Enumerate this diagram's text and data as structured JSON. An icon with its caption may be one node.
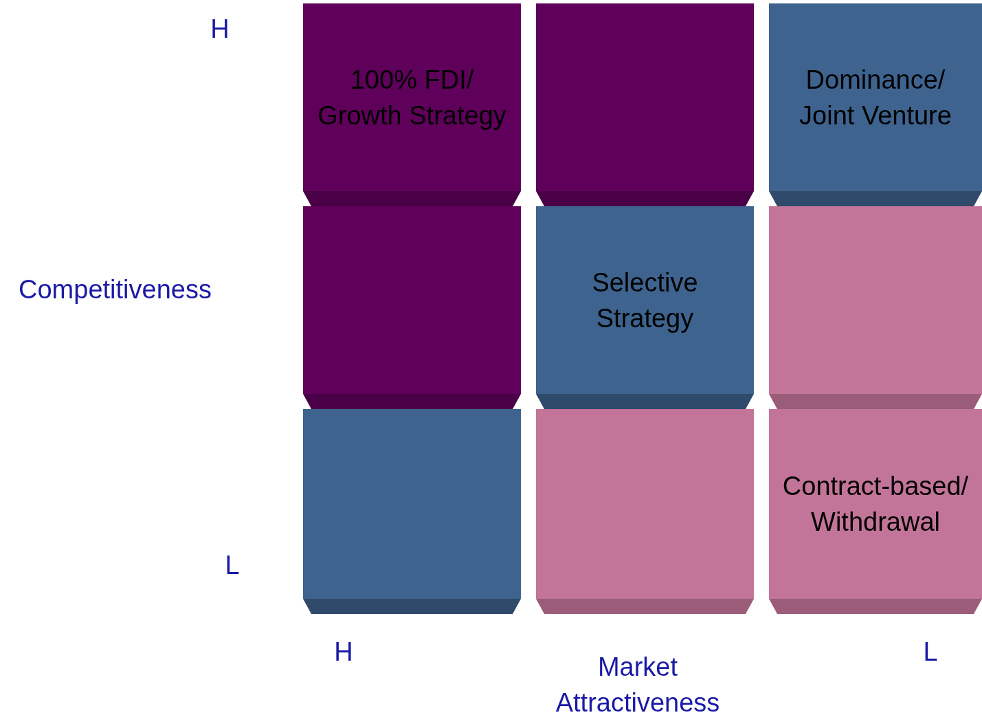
{
  "diagram": {
    "nodes": [
      {
        "text": [
          "100% FDI/ Growth Strategy"
        ]
      },
      {
        "text": [],
        "shape": "box"
      },
      {
        "text": [
          "Dominance/ Joint Venture"
        ]
      },
      {
        "text": [],
        "shape": "box"
      },
      {
        "text": [
          "Selective Strategy"
        ]
      },
      {
        "text": [],
        "shape": "box"
      },
      {
        "text": [],
        "shape": "box"
      },
      {
        "text": [],
        "shape": "box"
      },
      {
        "text": [
          "Contract-based/ Withdrawal"
        ]
      }
    ],
    "labels": [
      "H",
      "Competitiveness",
      "L",
      "H",
      "Market Attractiveness",
      "L"
    ]
  }
}
